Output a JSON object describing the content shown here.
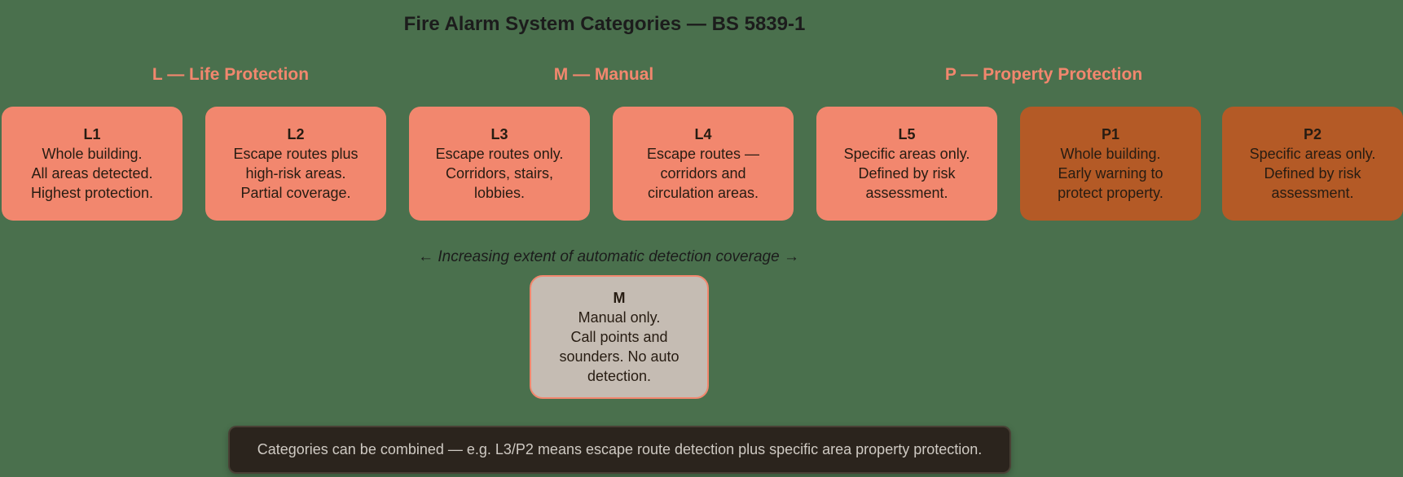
{
  "palette": {
    "background": "#4a704d",
    "salmon": "#f2876e",
    "brown": "#b45a26",
    "grey": "#c5bcb3",
    "note_bg": "#2b241d",
    "note_text": "#cfcac3",
    "dark_text": "#1c1c1c",
    "card_text": "#271c12"
  },
  "title": "Fire Alarm System Categories — BS 5839-1",
  "groups": {
    "life": "L — Life Protection",
    "manual": "M — Manual",
    "property": "P — Property Protection"
  },
  "cards": [
    {
      "code": "L1",
      "body": "Whole building.\nAll areas detected.\nHighest protection."
    },
    {
      "code": "L2",
      "body": "Escape routes plus\nhigh-risk areas.\nPartial coverage."
    },
    {
      "code": "L3",
      "body": "Escape routes only.\nCorridors, stairs,\nlobbies."
    },
    {
      "code": "L4",
      "body": "Escape routes —\ncorridors and\ncirculation areas."
    },
    {
      "code": "L5",
      "body": "Specific areas only.\nDefined by risk\nassessment."
    },
    {
      "code": "P1",
      "body": "Whole building.\nEarly warning to\nprotect property."
    },
    {
      "code": "P2",
      "body": "Specific areas only.\nDefined by risk\nassessment."
    }
  ],
  "axis_annotation": {
    "left_arrow": "←",
    "label": "Increasing extent of automatic detection coverage",
    "right_arrow": "→"
  },
  "manual_card": {
    "code": "M",
    "body": "Manual only.\nCall points and\nsounders. No auto\ndetection."
  },
  "note": "Categories can be combined — e.g. L3/P2 means escape route detection plus specific area property protection."
}
